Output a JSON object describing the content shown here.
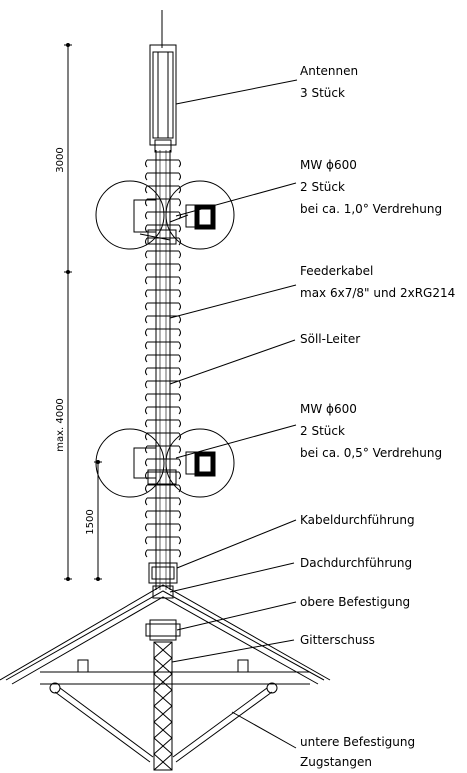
{
  "dimensions": {
    "upper": "3000",
    "lower": "max. 4000",
    "dish_height": "1500"
  },
  "labels": {
    "antennas": [
      "Antennen",
      "3 Stück"
    ],
    "mw_upper": [
      "MW ϕ600",
      "2 Stück",
      "bei ca. 1,0° Verdrehung"
    ],
    "feeder": [
      "Feederkabel",
      "max 6x7/8\" und 2xRG214"
    ],
    "ladder": "Söll-Leiter",
    "mw_lower": [
      "MW ϕ600",
      "2 Stück",
      "bei ca. 0,5° Verdrehung"
    ],
    "cable_pass": "Kabeldurchführung",
    "roof_pass": "Dachdurchführung",
    "upper_mount": "obere Befestigung",
    "lattice": "Gitterschuss",
    "lower_mount": [
      "untere Befestigung",
      "Zugstangen"
    ]
  }
}
